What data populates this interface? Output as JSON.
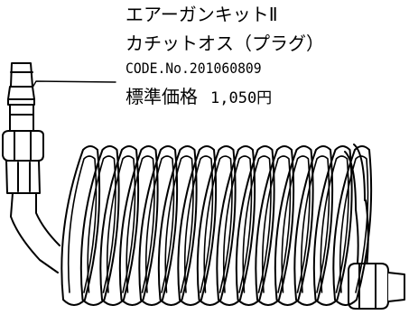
{
  "product": {
    "name": "エアーガンキットⅡ",
    "part": "カチットオス（プラグ）",
    "code": "CODE.No.201060809",
    "price_label": "標準価格",
    "price_value": "1,050円"
  },
  "colors": {
    "line": "#000000",
    "background": "#ffffff"
  }
}
